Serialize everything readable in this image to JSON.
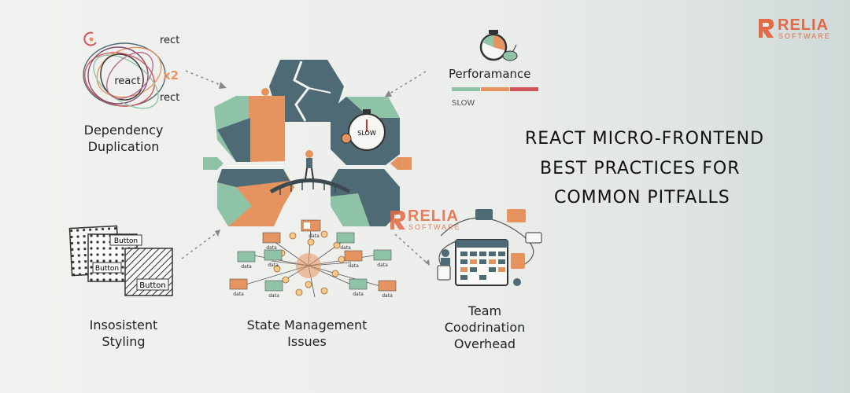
{
  "brand": {
    "name": "RELIA",
    "sub": "SOFTWARE"
  },
  "headline": {
    "line1": "REACT MICRO-FRONTEND",
    "line2": "BEST PRACTICES FOR",
    "line3": "COMMON PITFALLS"
  },
  "pitfalls": {
    "dependency": {
      "title_line1": "Dependency",
      "title_line2": "Duplication",
      "tag_top": "rect",
      "tag_center": "react",
      "tag_multiplier": "x2",
      "tag_bottom": "rect"
    },
    "performance": {
      "title": "Perforamance",
      "bar_label": "SLOW",
      "stopwatch_label": "SLOW"
    },
    "styling": {
      "title_line1": "Insosistent",
      "title_line2": "Styling",
      "button_label": "Button"
    },
    "state": {
      "title_line1": "State Management",
      "title_line2": "Issues",
      "node_label": "data"
    },
    "team": {
      "title_line1": "Team",
      "title_line2": "Coodrination",
      "title_line3": "Overhead"
    }
  },
  "colors": {
    "teal": "#8fc3a8",
    "slate": "#4e6a75",
    "orange": "#e5935f",
    "red": "#d0545a"
  }
}
